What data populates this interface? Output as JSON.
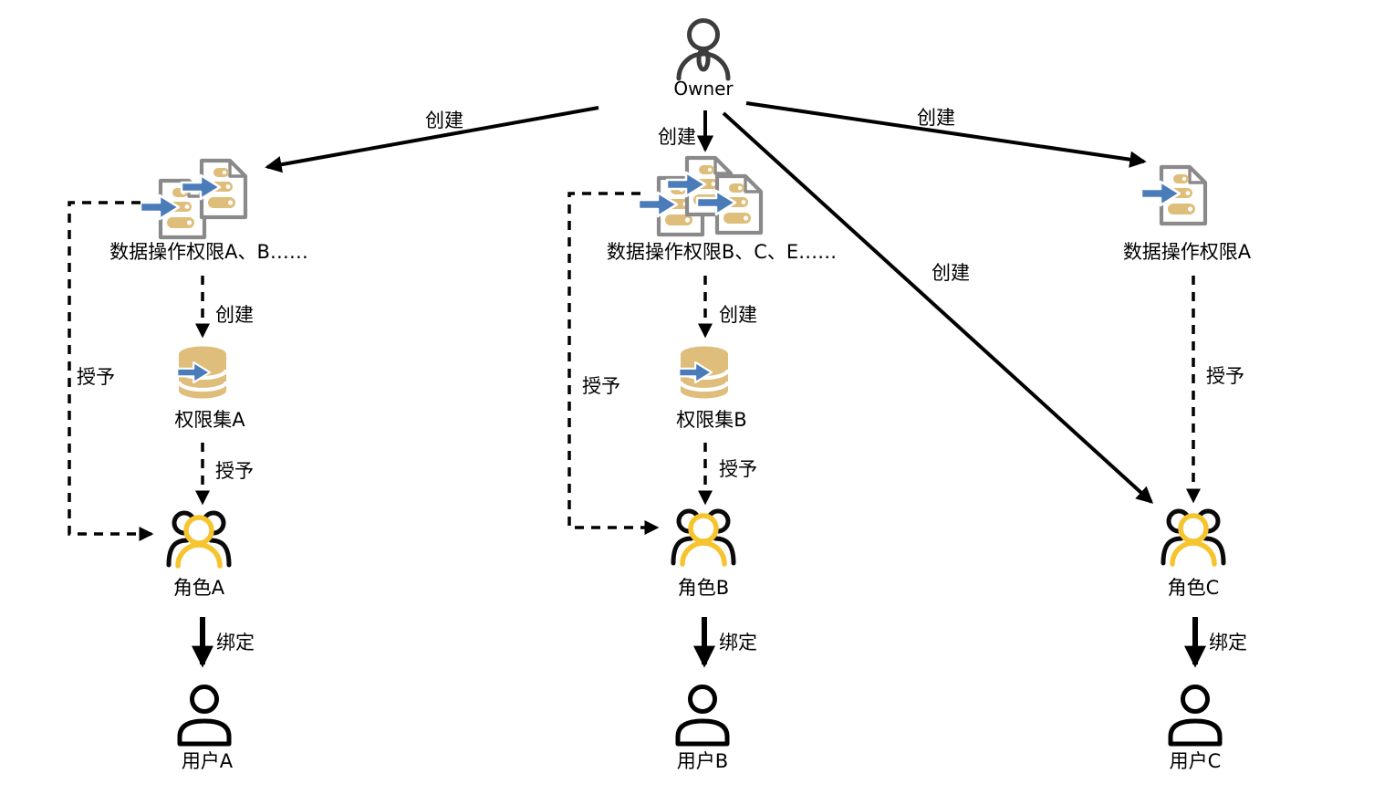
{
  "diagram": {
    "owner": {
      "label": "Owner"
    },
    "labels": {
      "create": "创建",
      "grant": "授予",
      "bind": "绑定"
    },
    "columns": [
      {
        "permissions": "数据操作权限A、B……",
        "permission_set": "权限集A",
        "role": "角色A",
        "user": "用户A"
      },
      {
        "permissions": "数据操作权限B、C、E……",
        "permission_set": "权限集B",
        "role": "角色B",
        "user": "用户B"
      },
      {
        "permissions": "数据操作权限A",
        "permission_set": null,
        "role": "角色C",
        "user": "用户C"
      }
    ],
    "edges": [
      {
        "from": "Owner",
        "to": "数据操作权限A、B……",
        "label": "创建",
        "style": "solid"
      },
      {
        "from": "Owner",
        "to": "数据操作权限B、C、E……",
        "label": "创建",
        "style": "solid"
      },
      {
        "from": "Owner",
        "to": "数据操作权限A",
        "label": "创建",
        "style": "solid"
      },
      {
        "from": "Owner",
        "to": "角色C",
        "label": "创建",
        "style": "solid"
      },
      {
        "from": "数据操作权限A、B……",
        "to": "权限集A",
        "label": "创建",
        "style": "dashed"
      },
      {
        "from": "权限集A",
        "to": "角色A",
        "label": "授予",
        "style": "dashed"
      },
      {
        "from": "数据操作权限A、B……",
        "to": "角色A",
        "label": "授予",
        "style": "dashed"
      },
      {
        "from": "数据操作权限B、C、E……",
        "to": "权限集B",
        "label": "创建",
        "style": "dashed"
      },
      {
        "from": "权限集B",
        "to": "角色B",
        "label": "授予",
        "style": "dashed"
      },
      {
        "from": "数据操作权限B、C、E……",
        "to": "角色B",
        "label": "授予",
        "style": "dashed"
      },
      {
        "from": "数据操作权限A",
        "to": "角色C",
        "label": "授予",
        "style": "dashed"
      },
      {
        "from": "角色A",
        "to": "用户A",
        "label": "绑定",
        "style": "solid"
      },
      {
        "from": "角色B",
        "to": "用户B",
        "label": "绑定",
        "style": "solid"
      },
      {
        "from": "角色C",
        "to": "用户C",
        "label": "绑定",
        "style": "solid"
      }
    ],
    "colors": {
      "line": "#000000",
      "doc_outline": "#8a8a8a",
      "doc_bars": "#dfbd7a",
      "arrow_blue": "#4b7cba",
      "role_yellow": "#f6c42f",
      "owner_dark": "#3d3d3d",
      "background": "#ffffff"
    }
  }
}
